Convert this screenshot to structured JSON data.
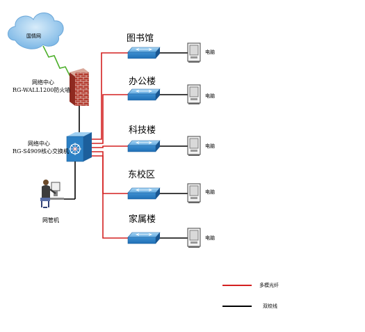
{
  "internet": {
    "label": "国情网"
  },
  "firewall": {
    "line1": "网络中心",
    "line2": "RG-WALL1200防火墙"
  },
  "core": {
    "line1": "网络中心",
    "line2": "RG-S4909核心交换机"
  },
  "admin": {
    "label": "网管机"
  },
  "branches": [
    {
      "name": "图书馆",
      "pc": "电脑"
    },
    {
      "name": "办公楼",
      "pc": "电脑"
    },
    {
      "name": "科技楼",
      "pc": "电脑"
    },
    {
      "name": "东校区",
      "pc": "电脑"
    },
    {
      "name": "家属楼",
      "pc": "电脑"
    }
  ],
  "legend": [
    {
      "label": "多模光纤",
      "color": "#d42020"
    },
    {
      "label": "双绞线",
      "color": "#000000"
    }
  ],
  "colors": {
    "fiber": "#d42020",
    "twisted": "#000000",
    "switch": "#3a8fd0",
    "cloud": "#8fc3ea"
  }
}
